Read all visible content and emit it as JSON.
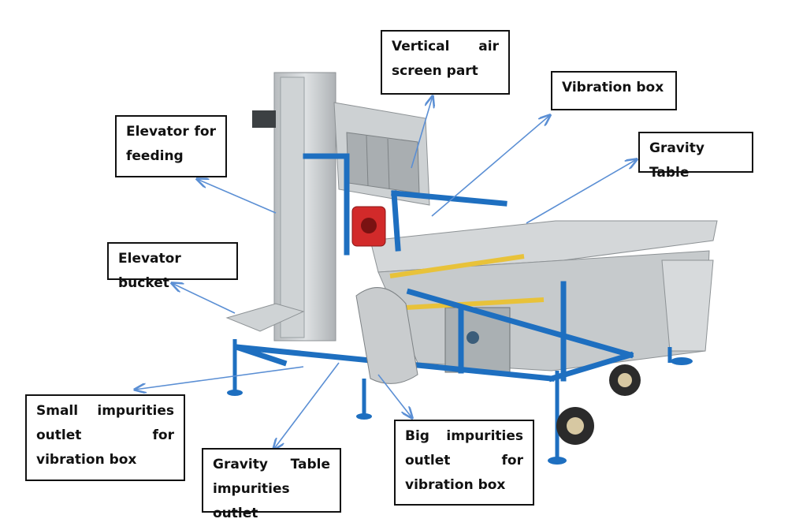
{
  "labels": {
    "vertical_air_screen": "Vertical air screen part",
    "vibration_box": "Vibration box",
    "gravity_table": "Gravity Table",
    "elevator_feeding": "Elevator for feeding",
    "elevator_bucket": "Elevator bucket",
    "small_impurities": "Small impurities outlet for vibration box",
    "gravity_table_outlet": "Gravity Table impurities outlet",
    "big_impurities": "Big impurities outlet for vibration box"
  },
  "colors": {
    "frame_blue": "#1e6fc0",
    "sheet_metal": "#c9ccce",
    "arrow": "#5b8fd4",
    "motor_red": "#d22a2a",
    "link_yellow": "#e8c23a"
  }
}
